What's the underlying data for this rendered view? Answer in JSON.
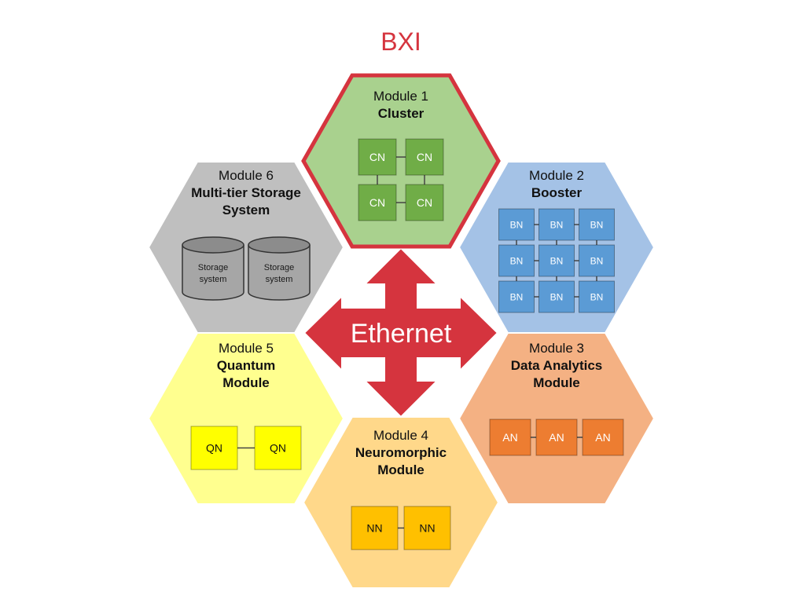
{
  "title": "BXI",
  "center_label": "Ethernet",
  "colors": {
    "title": "#d5343e",
    "arrow": "#d5343e",
    "outline": "#d5343e"
  },
  "modules": [
    {
      "id": "module-1",
      "number_label": "Module 1",
      "name_lines": [
        "Cluster"
      ],
      "hex_fill": "#a9d18e",
      "node_fill": "#70ad47",
      "highlighted": true,
      "nodes": [
        [
          "CN",
          "CN"
        ],
        [
          "CN",
          "CN"
        ]
      ]
    },
    {
      "id": "module-2",
      "number_label": "Module 2",
      "name_lines": [
        "Booster"
      ],
      "hex_fill": "#a4c2e6",
      "node_fill": "#5b9bd5",
      "highlighted": false,
      "nodes": [
        [
          "BN",
          "BN",
          "BN"
        ],
        [
          "BN",
          "BN",
          "BN"
        ],
        [
          "BN",
          "BN",
          "BN"
        ]
      ]
    },
    {
      "id": "module-3",
      "number_label": "Module 3",
      "name_lines": [
        "Data Analytics",
        "Module"
      ],
      "hex_fill": "#f4b183",
      "node_fill": "#ed7d31",
      "highlighted": false,
      "nodes": [
        [
          "AN",
          "AN",
          "AN"
        ]
      ]
    },
    {
      "id": "module-4",
      "number_label": "Module 4",
      "name_lines": [
        "Neuromorphic",
        "Module"
      ],
      "hex_fill": "#ffd88a",
      "node_fill": "#ffc000",
      "highlighted": false,
      "nodes": [
        [
          "NN",
          "NN"
        ]
      ]
    },
    {
      "id": "module-5",
      "number_label": "Module 5",
      "name_lines": [
        "Quantum",
        "Module"
      ],
      "hex_fill": "#ffff8f",
      "node_fill": "#ffff00",
      "highlighted": false,
      "nodes": [
        [
          "QN",
          "QN"
        ]
      ]
    },
    {
      "id": "module-6",
      "number_label": "Module 6",
      "name_lines": [
        "Multi-tier Storage",
        "System"
      ],
      "hex_fill": "#bfbfbf",
      "node_fill": "#a6a6a6",
      "highlighted": false,
      "storage": [
        [
          "Storage",
          "system"
        ],
        [
          "Storage",
          "system"
        ]
      ]
    }
  ]
}
